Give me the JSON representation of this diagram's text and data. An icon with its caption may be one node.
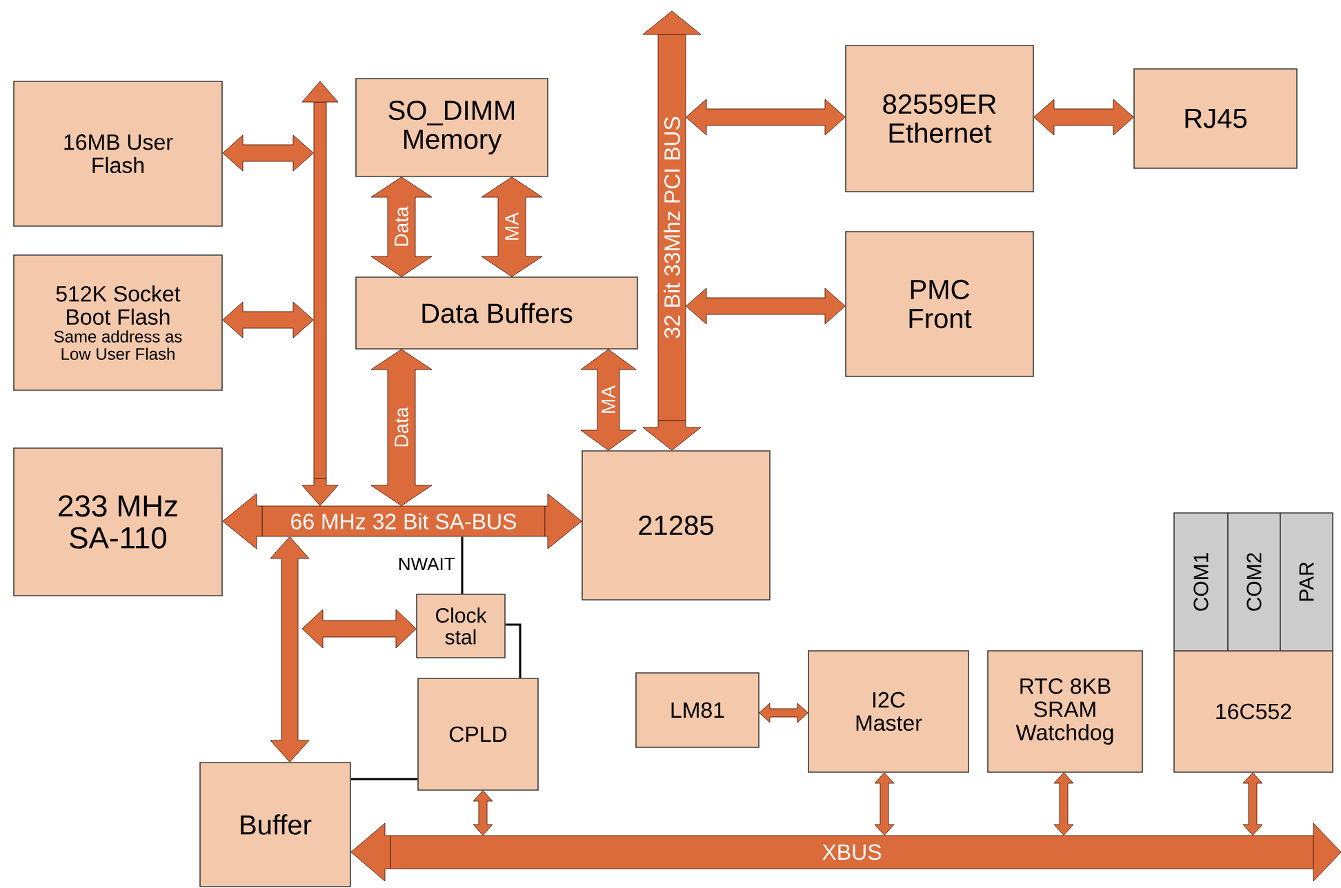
{
  "diagram": {
    "nodes": [
      {
        "text": [
          "16MB User Flash"
        ]
      },
      {
        "text": [
          "512K Socket Boot Flash",
          "Same address as Low User Flash"
        ]
      },
      {
        "text": [
          "SO_DIMM Memory"
        ]
      },
      {
        "text": [
          "Data Buffers"
        ]
      },
      {
        "text": [
          "233 MHz SA-110"
        ]
      },
      {
        "text": [
          "21285"
        ]
      },
      {
        "text": [
          "82559ER Ethernet"
        ]
      },
      {
        "text": [
          "RJ45"
        ]
      },
      {
        "text": [
          "PMC Front"
        ]
      },
      {
        "text": [
          "Clock stal"
        ]
      },
      {
        "text": [
          "CPLD"
        ]
      },
      {
        "text": [
          "Buffer"
        ]
      },
      {
        "text": [
          "LM81"
        ]
      },
      {
        "text": [
          "I2C Master"
        ]
      },
      {
        "text": [
          "RTC 8KB SRAM Watchdog"
        ]
      },
      {
        "text": [
          "16C552"
        ]
      },
      {
        "text": [
          "COM1"
        ]
      },
      {
        "text": [
          "COM2"
        ]
      },
      {
        "text": [
          "PAR"
        ]
      },
      {
        "text": [
          "66 MHz 32 Bit SA-BUS"
        ]
      },
      {
        "text": [
          "32 Bit 33Mhz PCI BUS"
        ]
      },
      {
        "text": [
          "XBUS"
        ]
      },
      {
        "text": [],
        "shape": "bar"
      }
    ],
    "edges": [
      {
        "from": 0,
        "to": 22,
        "arrow": "both"
      },
      {
        "from": 1,
        "to": 22,
        "arrow": "both"
      },
      {
        "from": 2,
        "to": 3,
        "label": "Data",
        "arrow": "both"
      },
      {
        "from": 2,
        "to": 3,
        "label": "MA",
        "arrow": "both"
      },
      {
        "from": 3,
        "to": 19,
        "label": "Data",
        "arrow": "both"
      },
      {
        "from": 3,
        "to": 5,
        "label": "MA",
        "arrow": "both"
      },
      {
        "from": 20,
        "to": 6,
        "arrow": "both"
      },
      {
        "from": 6,
        "to": 7,
        "arrow": "both"
      },
      {
        "from": 20,
        "to": 8,
        "arrow": "both"
      },
      {
        "from": 19,
        "to": 11,
        "arrow": "both"
      },
      {
        "from": null,
        "to": 9,
        "arrow": "both"
      },
      {
        "from": 19,
        "to": 9,
        "label": "NWAIT",
        "arrow": "none",
        "color": "#000000"
      },
      {
        "from": 9,
        "to": 10,
        "arrow": "none",
        "color": "#000000"
      },
      {
        "from": 11,
        "to": 10,
        "arrow": "none",
        "color": "#000000"
      },
      {
        "from": 10,
        "to": 21,
        "arrow": "both"
      },
      {
        "from": 12,
        "to": 13,
        "arrow": "both"
      },
      {
        "from": 13,
        "to": 21,
        "arrow": "both"
      },
      {
        "from": 14,
        "to": 21,
        "arrow": "both"
      },
      {
        "from": 15,
        "to": 21,
        "arrow": "both"
      },
      {
        "from": 19,
        "to": 4,
        "arrow": "to"
      },
      {
        "from": 19,
        "to": 5,
        "arrow": "to"
      },
      {
        "from": 20,
        "to": null,
        "arrow": "to"
      },
      {
        "from": 20,
        "to": 5,
        "arrow": "to"
      },
      {
        "from": 21,
        "to": 11,
        "arrow": "to"
      },
      {
        "from": 21,
        "to": null,
        "arrow": "to"
      },
      {
        "from": 22,
        "to": null,
        "arrow": "to"
      },
      {
        "from": 22,
        "to": 19,
        "arrow": "to"
      }
    ]
  }
}
